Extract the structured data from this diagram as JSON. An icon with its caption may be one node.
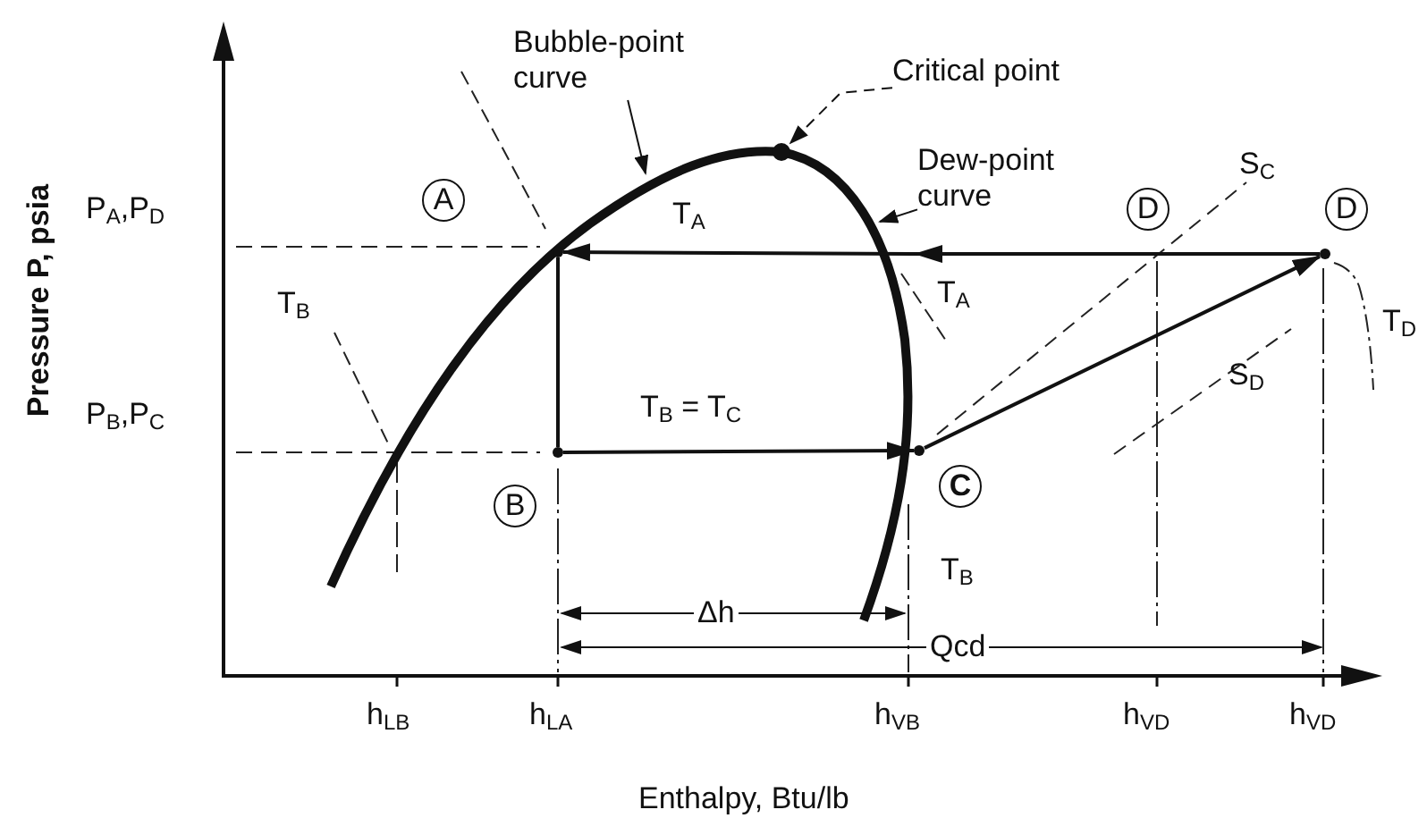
{
  "diagram": {
    "nodes": [
      {
        "text": [
          "Bubble-point curve"
        ]
      },
      {
        "text": [
          "Critical point"
        ]
      },
      {
        "text": [
          "Dew-point curve"
        ]
      },
      {
        "text": [],
        "shape": "circle"
      },
      {
        "text": [
          "A"
        ]
      },
      {
        "text": [
          "B"
        ]
      },
      {
        "text": [
          "C"
        ]
      },
      {
        "text": [
          "D"
        ]
      },
      {
        "text": [
          "D"
        ]
      },
      {
        "text": [],
        "shape": "circle"
      },
      {
        "text": [],
        "shape": "circle"
      },
      {
        "text": [],
        "shape": "circle"
      },
      {
        "text": [],
        "shape": "circle"
      }
    ],
    "edges": [
      {
        "from": 0,
        "to": null,
        "arrow": "to"
      },
      {
        "from": 1,
        "to": 3,
        "arrow": "to",
        "style": "dashed"
      },
      {
        "from": 2,
        "to": null,
        "arrow": "to"
      },
      {
        "from": 12,
        "to": 9,
        "arrow": "to"
      },
      {
        "from": 9,
        "to": 10,
        "arrow": "none"
      },
      {
        "from": 10,
        "to": 11,
        "arrow": "to"
      },
      {
        "from": 11,
        "to": 12,
        "arrow": "to"
      }
    ],
    "labels": [
      "Pressure P, psia",
      "P$_{A}$,P$_{D}$",
      "P$_{B}$,P$_{C}$",
      "T$_{A}$",
      "T$_{B}$",
      "S$_{C}$",
      "T$_{A}$",
      "T$_{D}$",
      "S$_{D}$",
      "T$_{B}$ = T$_{C}$",
      "T$_{B}$",
      "Δh",
      "Qcd",
      "h$_{LB}$",
      "h$_{LA}$",
      "h$_{VB}$",
      "h$_{VD}$",
      "h$_{VD}$",
      "Enthalpy, Btu/lb"
    ]
  }
}
